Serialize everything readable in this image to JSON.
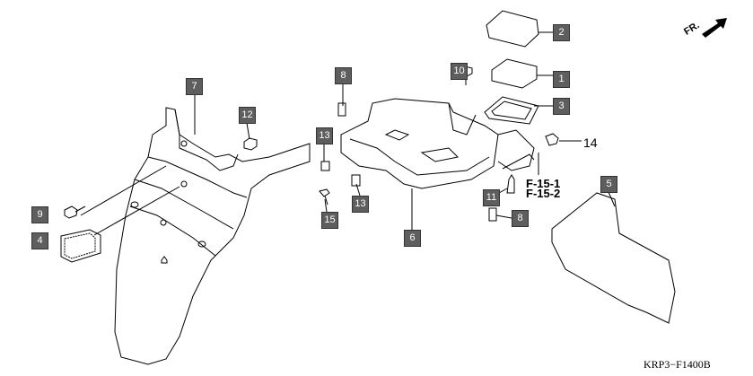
{
  "direction_marker": {
    "label": "FR.",
    "icon": "arrow-up-right-icon"
  },
  "callouts": [
    {
      "id": "2",
      "part": "cover"
    },
    {
      "id": "10",
      "part": "bolt"
    },
    {
      "id": "1",
      "part": "pad"
    },
    {
      "id": "3",
      "part": "gasket"
    },
    {
      "id": "8",
      "part": "clip"
    },
    {
      "id": "7",
      "part": "rear-fender"
    },
    {
      "id": "12",
      "part": "nut"
    },
    {
      "id": "13",
      "part": "clip"
    },
    {
      "id": "9",
      "part": "bolt"
    },
    {
      "id": "4",
      "part": "reflector"
    },
    {
      "id": "15",
      "part": "screw"
    },
    {
      "id": "13",
      "part": "clip"
    },
    {
      "id": "6",
      "part": "battery-tray"
    },
    {
      "id": "11",
      "part": "screw"
    },
    {
      "id": "8",
      "part": "clip"
    },
    {
      "id": "5",
      "part": "bracket-plate"
    }
  ],
  "plain_callout": "14",
  "references": [
    "F-15-1",
    "F-15-2"
  ],
  "diagram_code": "KRP3−F1400B",
  "colors": {
    "tag_fill": "#5e5e5e",
    "line": "#000000"
  }
}
